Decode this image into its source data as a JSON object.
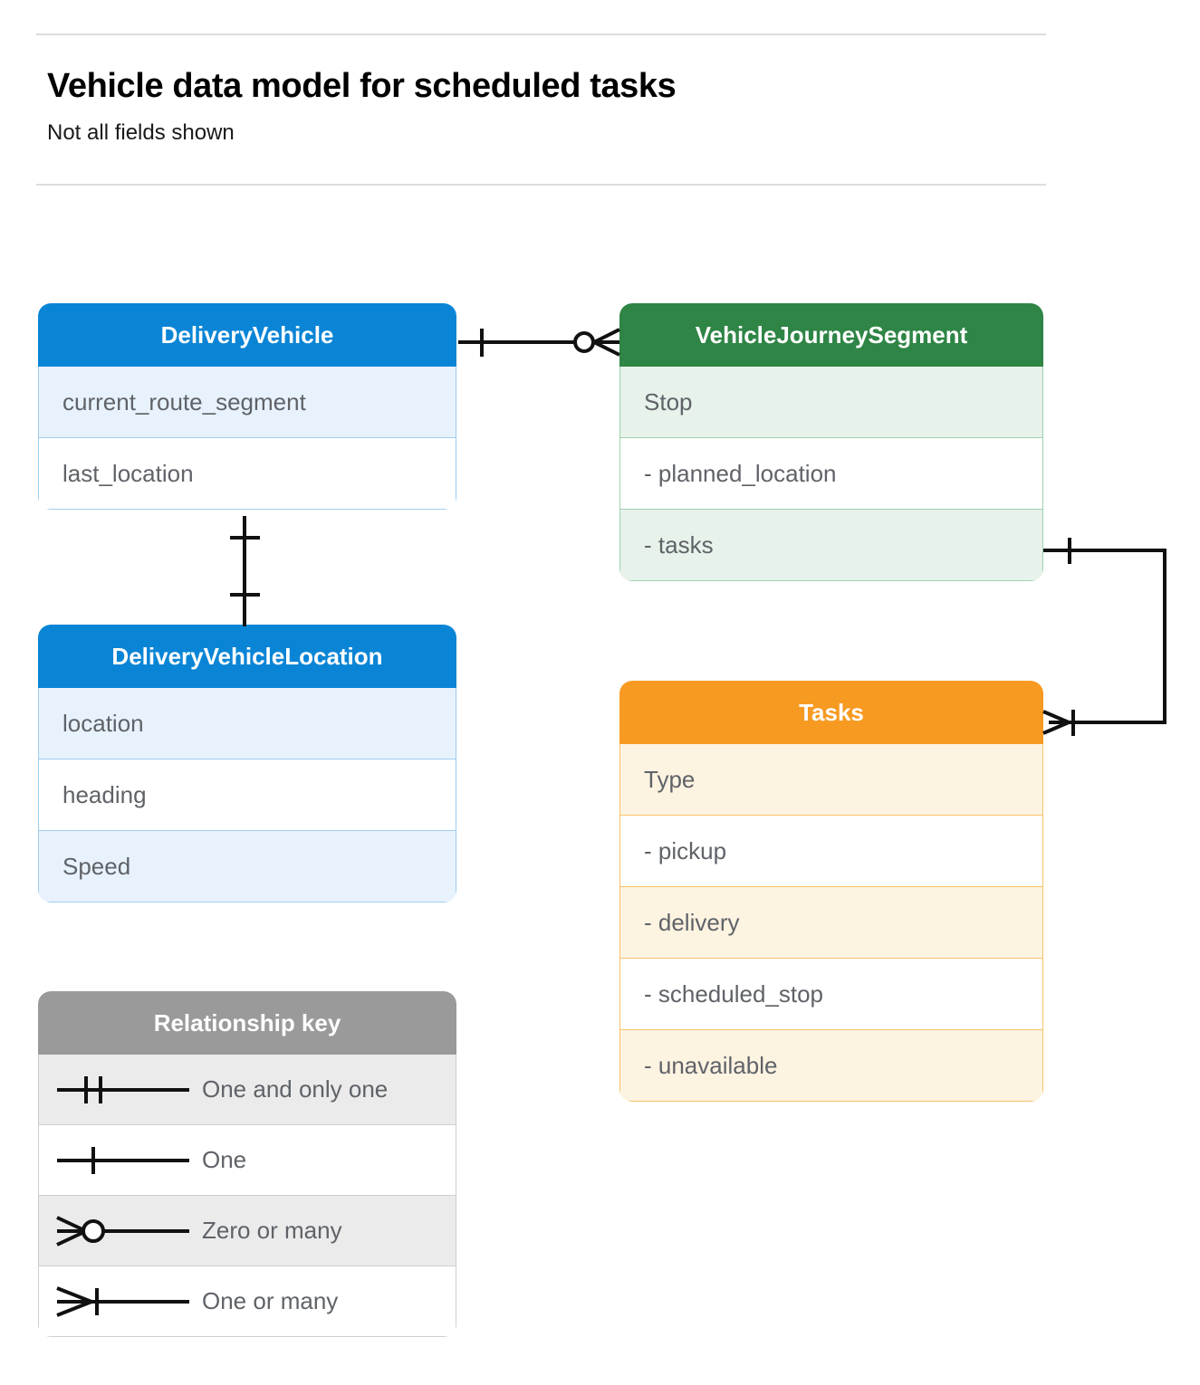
{
  "header": {
    "title": "Vehicle data model for scheduled tasks",
    "subtitle": "Not all fields shown"
  },
  "colors": {
    "blue": "#0a85d6",
    "blue_row": "#e8f2fd",
    "blue_border": "#9fcdf0",
    "green": "#2e8545",
    "green_row": "#e7f2ea",
    "green_border": "#9fd0ae",
    "orange": "#f79a21",
    "orange_row": "#fdf3e1",
    "orange_border": "#f7c268",
    "gray": "#9a9a9a",
    "gray_row": "#ebebeb",
    "gray_border": "#cfcfcf",
    "text": "#5f6368",
    "rule": "#dadce0",
    "connector": "#111111"
  },
  "entities": [
    {
      "id": "delivery-vehicle",
      "name": "DeliveryVehicle",
      "theme": "blue",
      "fields": [
        "current_route_segment",
        "last_location"
      ]
    },
    {
      "id": "vehicle-journey-segment",
      "name": "VehicleJourneySegment",
      "theme": "green",
      "fields": [
        "Stop",
        "-  planned_location",
        "- tasks"
      ]
    },
    {
      "id": "delivery-vehicle-location",
      "name": "DeliveryVehicleLocation",
      "theme": "blue",
      "fields": [
        "location",
        "heading",
        "Speed"
      ]
    },
    {
      "id": "tasks",
      "name": "Tasks",
      "theme": "orange",
      "fields": [
        "Type",
        "-  pickup",
        "-  delivery",
        "-  scheduled_stop",
        "-  unavailable"
      ]
    }
  ],
  "legend": {
    "title": "Relationship key",
    "items": [
      {
        "symbol": "one-and-only-one",
        "label": "One and only one"
      },
      {
        "symbol": "one",
        "label": "One"
      },
      {
        "symbol": "zero-or-many",
        "label": "Zero or many"
      },
      {
        "symbol": "one-or-many",
        "label": "One or many"
      }
    ]
  },
  "relationships": [
    {
      "id": "vehicle-to-journey-segment",
      "from": "DeliveryVehicle",
      "to": "VehicleJourneySegment",
      "from_cardinality": "one",
      "to_cardinality": "zero-or-many"
    },
    {
      "id": "vehicle-to-vehicle-location",
      "from": "DeliveryVehicle",
      "to": "DeliveryVehicleLocation",
      "from_cardinality": "one",
      "to_cardinality": "one"
    },
    {
      "id": "journey-segment-tasks-to-tasks",
      "from": "VehicleJourneySegment.tasks",
      "to": "Tasks",
      "from_cardinality": "one",
      "to_cardinality": "one-or-many"
    }
  ]
}
